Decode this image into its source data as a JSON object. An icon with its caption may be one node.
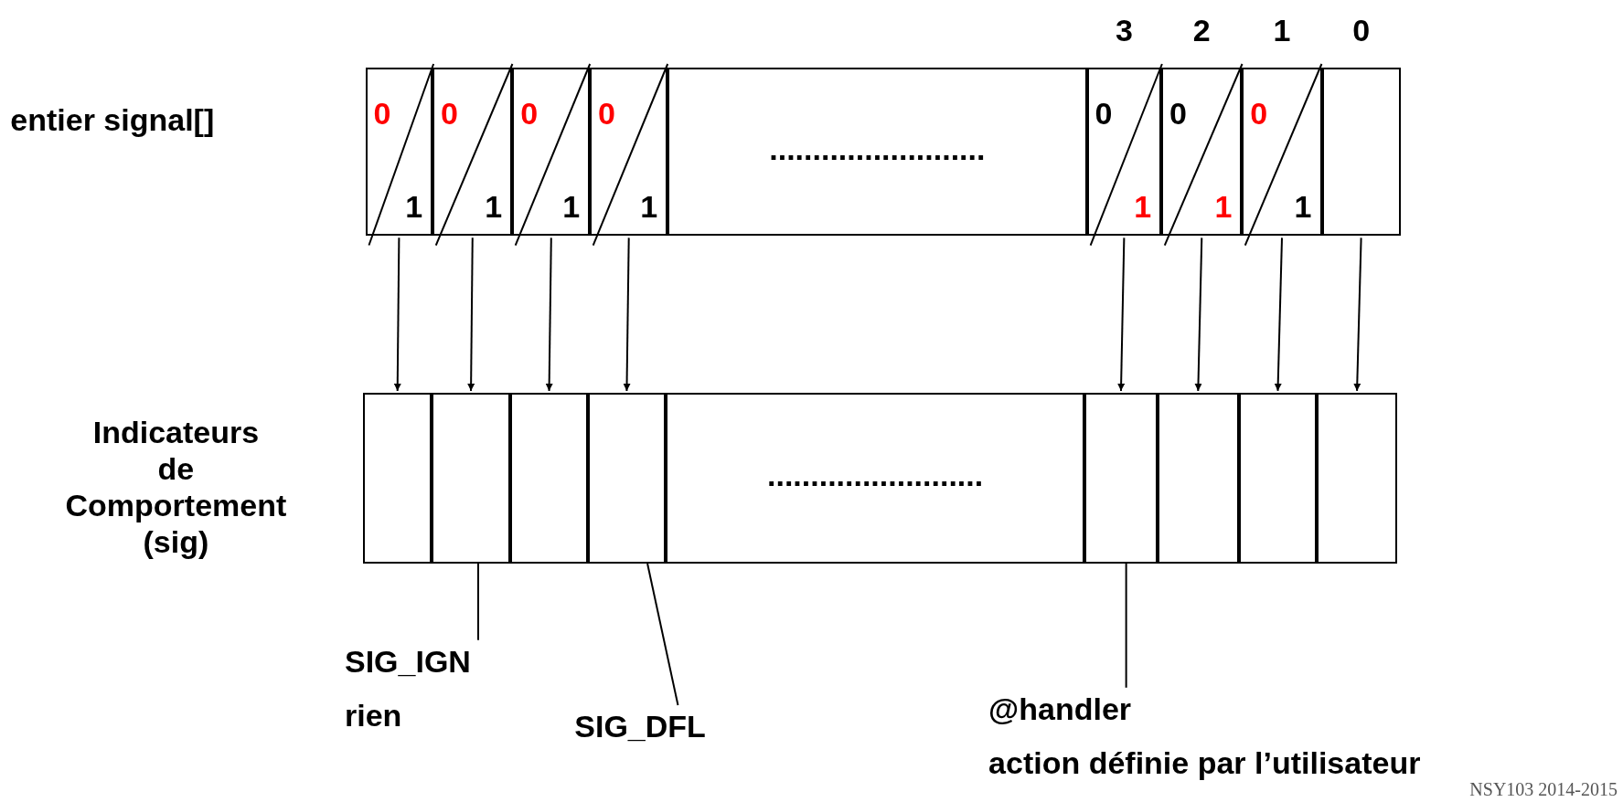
{
  "diagram": {
    "nodes": [
      {
        "text": [
          "entier signal[]"
        ]
      },
      {
        "text": [
          "0",
          "1"
        ],
        "in": 0
      },
      {
        "text": [
          "0",
          "1"
        ],
        "in": 0
      },
      {
        "text": [
          "0",
          "1"
        ],
        "in": 0
      },
      {
        "text": [
          "0",
          "1"
        ],
        "in": 0
      },
      {
        "text": [
          "........................."
        ],
        "in": 0
      },
      {
        "text": [
          "0",
          "1"
        ],
        "in": 0,
        "beside": [
          "3"
        ]
      },
      {
        "text": [
          "0",
          "1"
        ],
        "in": 0,
        "beside": [
          "2"
        ]
      },
      {
        "text": [
          "0",
          "1"
        ],
        "in": 0,
        "beside": [
          "1"
        ]
      },
      {
        "text": [],
        "shape": "box",
        "in": 0,
        "beside": [
          "0"
        ]
      },
      {
        "text": [
          "Indicateurs de Comportement (sig)"
        ]
      },
      {
        "text": [],
        "shape": "box",
        "in": 10
      },
      {
        "text": [],
        "shape": "box",
        "in": 10
      },
      {
        "text": [],
        "shape": "box",
        "in": 10
      },
      {
        "text": [],
        "shape": "box",
        "in": 10
      },
      {
        "text": [
          "........................."
        ],
        "in": 10
      },
      {
        "text": [],
        "shape": "box",
        "in": 10
      },
      {
        "text": [],
        "shape": "box",
        "in": 10
      },
      {
        "text": [],
        "shape": "box",
        "in": 10
      },
      {
        "text": [],
        "shape": "box",
        "in": 10
      },
      {
        "text": [
          "SIG_IGN",
          "rien"
        ]
      },
      {
        "text": [
          "SIG_DFL"
        ]
      },
      {
        "text": [
          "@handler",
          "action définie par l’utilisateur"
        ]
      }
    ],
    "edges": [
      {
        "from": 1,
        "to": 11,
        "arrow": "to"
      },
      {
        "from": 2,
        "to": 12,
        "arrow": "to"
      },
      {
        "from": 3,
        "to": 13,
        "arrow": "to"
      },
      {
        "from": 4,
        "to": 14,
        "arrow": "to"
      },
      {
        "from": 6,
        "to": 16,
        "arrow": "to"
      },
      {
        "from": 7,
        "to": 17,
        "arrow": "to"
      },
      {
        "from": 8,
        "to": 18,
        "arrow": "to"
      },
      {
        "from": 9,
        "to": 19,
        "arrow": "to"
      },
      {
        "from": 20,
        "to": 12,
        "arrow": "none"
      },
      {
        "from": 21,
        "to": 14,
        "arrow": "none"
      },
      {
        "from": 22,
        "to": 16,
        "arrow": "none"
      }
    ],
    "labels": [
      "NSY103 2014-2015"
    ]
  }
}
